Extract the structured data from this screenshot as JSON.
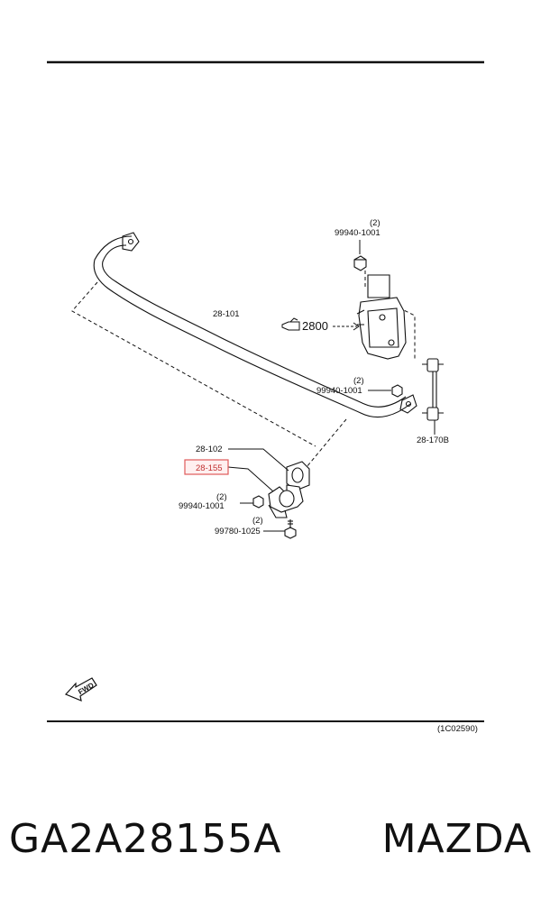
{
  "labels": {
    "nut_top_qty": "(2)",
    "nut_top": "99940-1001",
    "ref_2800": "2800",
    "bar": "28-101",
    "nut_mid_qty": "(2)",
    "nut_mid": "99940-1001",
    "link": "28-170B",
    "bushing": "28-102",
    "bracket": "28-155",
    "nut_low_qty": "(2)",
    "nut_low": "99940-1001",
    "bolt_qty": "(2)",
    "bolt": "99780-1025",
    "fwd": "FWD",
    "diagram_id": "(1C02590)"
  },
  "footer": {
    "part_number": "GA2A28155A",
    "brand": "MAZDA"
  },
  "colors": {
    "highlight": "#e05a5a",
    "ink": "#111111"
  }
}
